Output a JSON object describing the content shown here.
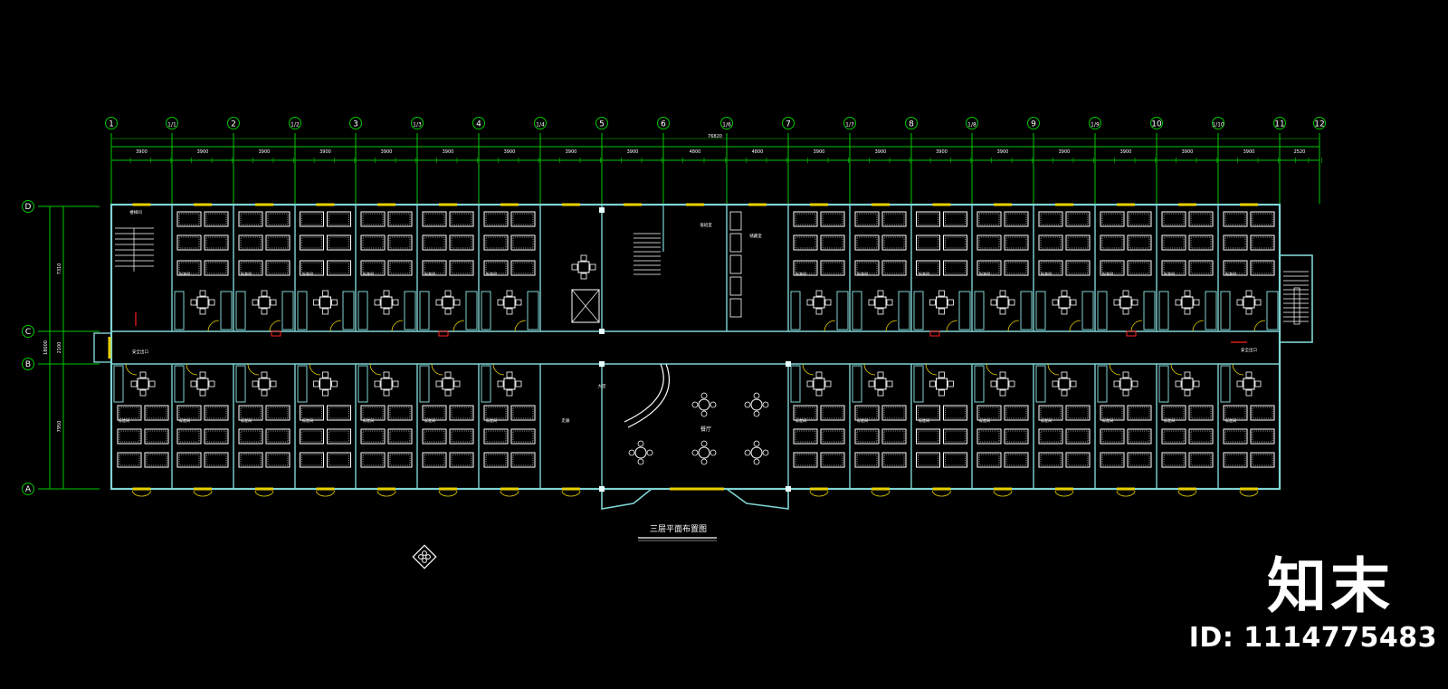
{
  "drawing": {
    "title": "三层平面布置图",
    "colors": {
      "background": "#000000",
      "walls": "#7fd4d4",
      "grid_lines": "#00c800",
      "window_marks": "#e8d100",
      "furniture": "#ffffff",
      "annotations": "#ff2020"
    },
    "grid_columns": [
      "1",
      "1/1",
      "2",
      "1/2",
      "3",
      "1/3",
      "4",
      "1/4",
      "5",
      "6",
      "1/6",
      "7",
      "1/7",
      "8",
      "1/8",
      "9",
      "1/9",
      "10",
      "1/10",
      "11",
      "12"
    ],
    "grid_rows": [
      "D",
      "C",
      "B",
      "A"
    ],
    "overall_dimension": "76820",
    "bay_dimensions": [
      "3900",
      "3900",
      "3900",
      "3900",
      "3900",
      "3900",
      "3900",
      "3900",
      "3900",
      "4800",
      "4800",
      "3900",
      "3900",
      "3900",
      "3900",
      "3900",
      "3900",
      "3900",
      "3900",
      "2520"
    ],
    "vertical_dimensions": [
      "7310",
      "2100",
      "7950"
    ],
    "vertical_total": "18000",
    "room_labels": {
      "stair": "楼梯间",
      "corridor": "走廊",
      "lobby": "大堂",
      "restaurant": "餐厅",
      "store": "储藏室",
      "duty": "值班室",
      "room": "标准间",
      "fire_exit": "安全出口"
    }
  },
  "watermark": {
    "brand": "知末",
    "id_text": "ID: 1114775483"
  }
}
